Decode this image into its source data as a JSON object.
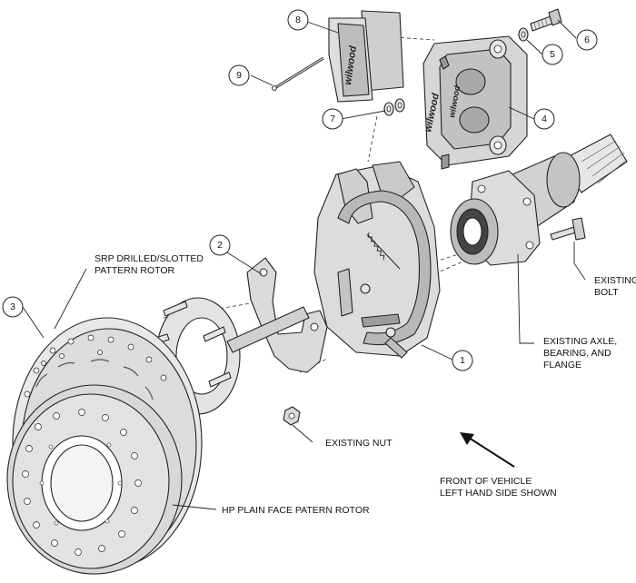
{
  "callouts": [
    {
      "id": "1",
      "number": "1"
    },
    {
      "id": "2",
      "number": "2"
    },
    {
      "id": "3",
      "number": "3"
    },
    {
      "id": "4",
      "number": "4"
    },
    {
      "id": "5",
      "number": "5"
    },
    {
      "id": "6",
      "number": "6"
    },
    {
      "id": "7",
      "number": "7"
    },
    {
      "id": "8",
      "number": "8"
    },
    {
      "id": "9",
      "number": "9"
    }
  ],
  "labels": {
    "srp_line1": "SRP DRILLED/SLOTTED",
    "srp_line2": "PATTERN ROTOR",
    "hp_rotor": "HP PLAIN FACE PATERN ROTOR",
    "existing_nut": "EXISTING NUT",
    "existing_bolt_line1": "EXISTING",
    "existing_bolt_line2": "BOLT",
    "axle_line1": "EXISTING AXLE,",
    "axle_line2": "BEARING, AND",
    "axle_line3": "FLANGE",
    "front_line1": "FRONT OF VEHICLE",
    "front_line2": "LEFT HAND SIDE SHOWN"
  },
  "brand_marks": {
    "pad_logo": "wilwood",
    "caliper_logo_front": "wilwood",
    "caliper_logo_side": "wilwood"
  }
}
